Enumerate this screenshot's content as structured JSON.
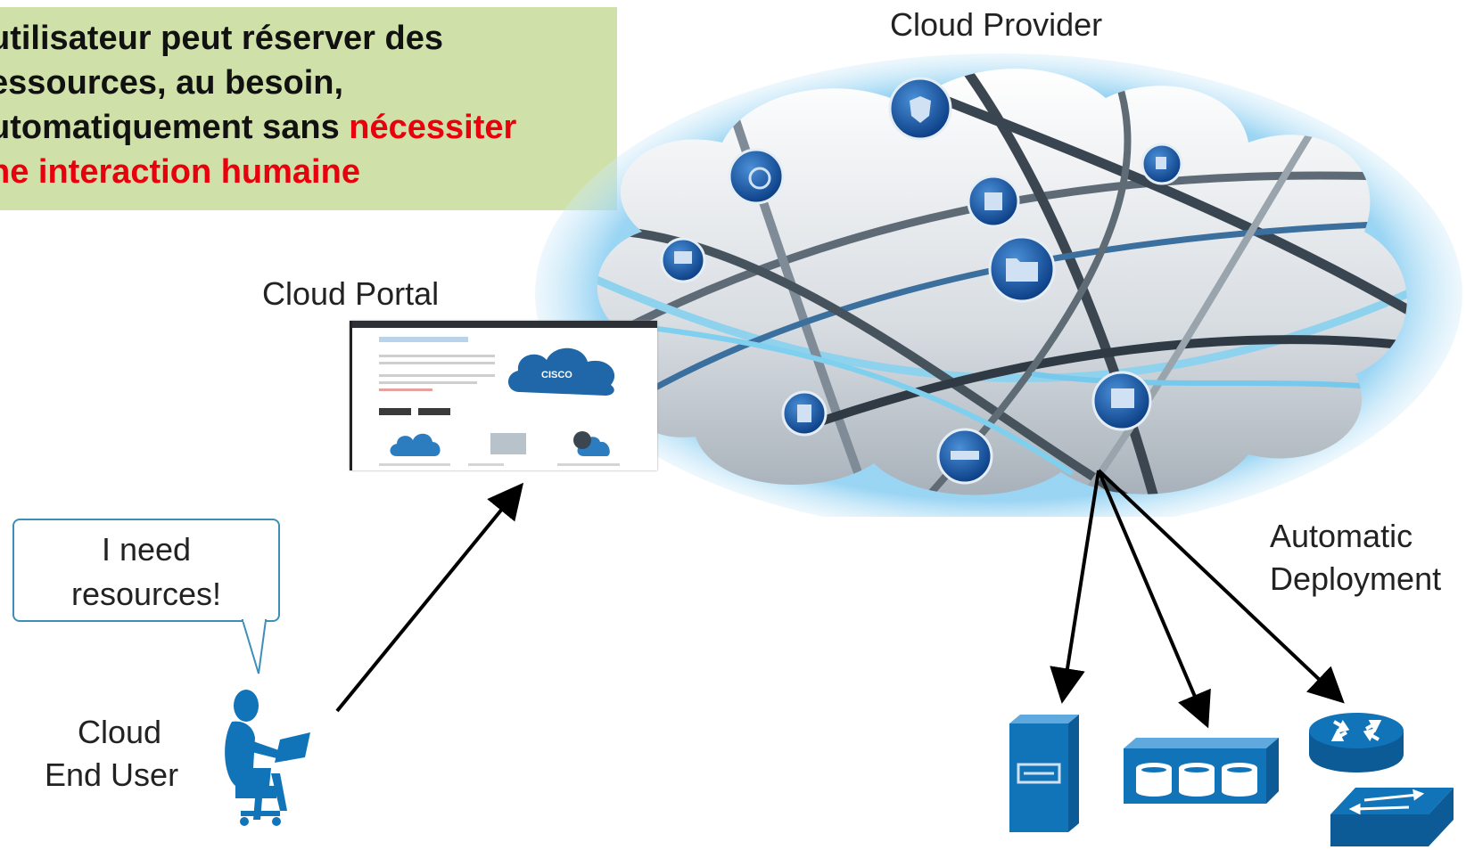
{
  "callout": {
    "line1": "utilisateur peut réserver des",
    "line2": "essources,  au besoin,",
    "line3_black": "utomatiquement sans ",
    "line3_red": "nécessiter",
    "line4_red": "ne interaction humaine"
  },
  "labels": {
    "cloud_provider": "Cloud Provider",
    "cloud_portal": "Cloud Portal",
    "automatic_deployment_1": "Automatic",
    "automatic_deployment_2": "Deployment",
    "end_user_1": "Cloud",
    "end_user_2": "End User"
  },
  "speech_bubble": {
    "line1": "I need",
    "line2": "resources!"
  },
  "portal_screenshot": {
    "logo": "CISCO"
  },
  "colors": {
    "callout_bg": "#cfe0a8",
    "accent_red": "#e8000d",
    "device_blue": "#1274b8",
    "bubble_border": "#3d8fb8"
  },
  "icons": [
    "shield-icon",
    "globe-icon",
    "server-icon",
    "folder-icon",
    "cloud-upload-icon",
    "monitor-icon",
    "storage-icon",
    "router-icon",
    "switch-icon",
    "user-with-laptop-icon"
  ]
}
